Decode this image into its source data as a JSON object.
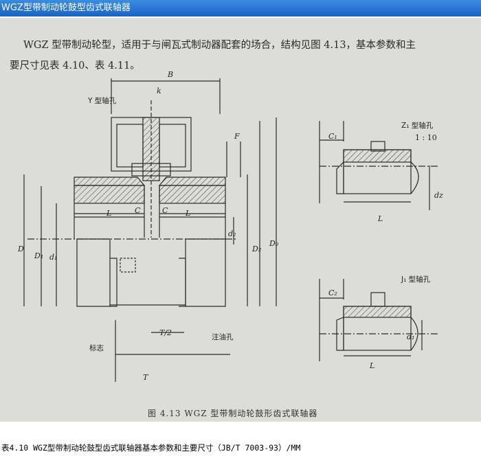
{
  "window": {
    "title": "WGZ型带制动轮鼓型齿式联轴器"
  },
  "intro": {
    "line1": "WGZ 型带制动轮型，适用于与闸瓦式制动器配套的场合，结构见图 4.13，基本参数和主",
    "line2": "要尺寸见表 4.10、表 4.11。"
  },
  "figure": {
    "caption": "图 4.13   WGZ 型带制动轮鼓形齿式联轴器",
    "labels": {
      "B": "B",
      "k": "k",
      "Y_bore": "Y 型轴孔",
      "F": "F",
      "D": "D",
      "D1": "D₁",
      "d1": "d₁",
      "d2": "d₂",
      "D2": "D₂",
      "D0": "D₀",
      "L_left": "L",
      "C_left": "C",
      "C_right": "C",
      "L_right": "L",
      "T_half": "T/2",
      "T": "T",
      "mark": "标志",
      "oil_hole": "注油孔",
      "C1": "C₁",
      "Z1_bore": "Z₁ 型轴孔",
      "taper": "1 : 10",
      "L_z1": "L",
      "dz": "dz",
      "C2": "C₂",
      "J1_bore": "J₁ 型轴孔",
      "d1_j1": "d₁",
      "L_j1": "L"
    }
  },
  "table_title": "表4.10 WGZ型带制动轮鼓型齿式联轴器基本参数和主要尺寸（JB/T 7003-93）/MM"
}
